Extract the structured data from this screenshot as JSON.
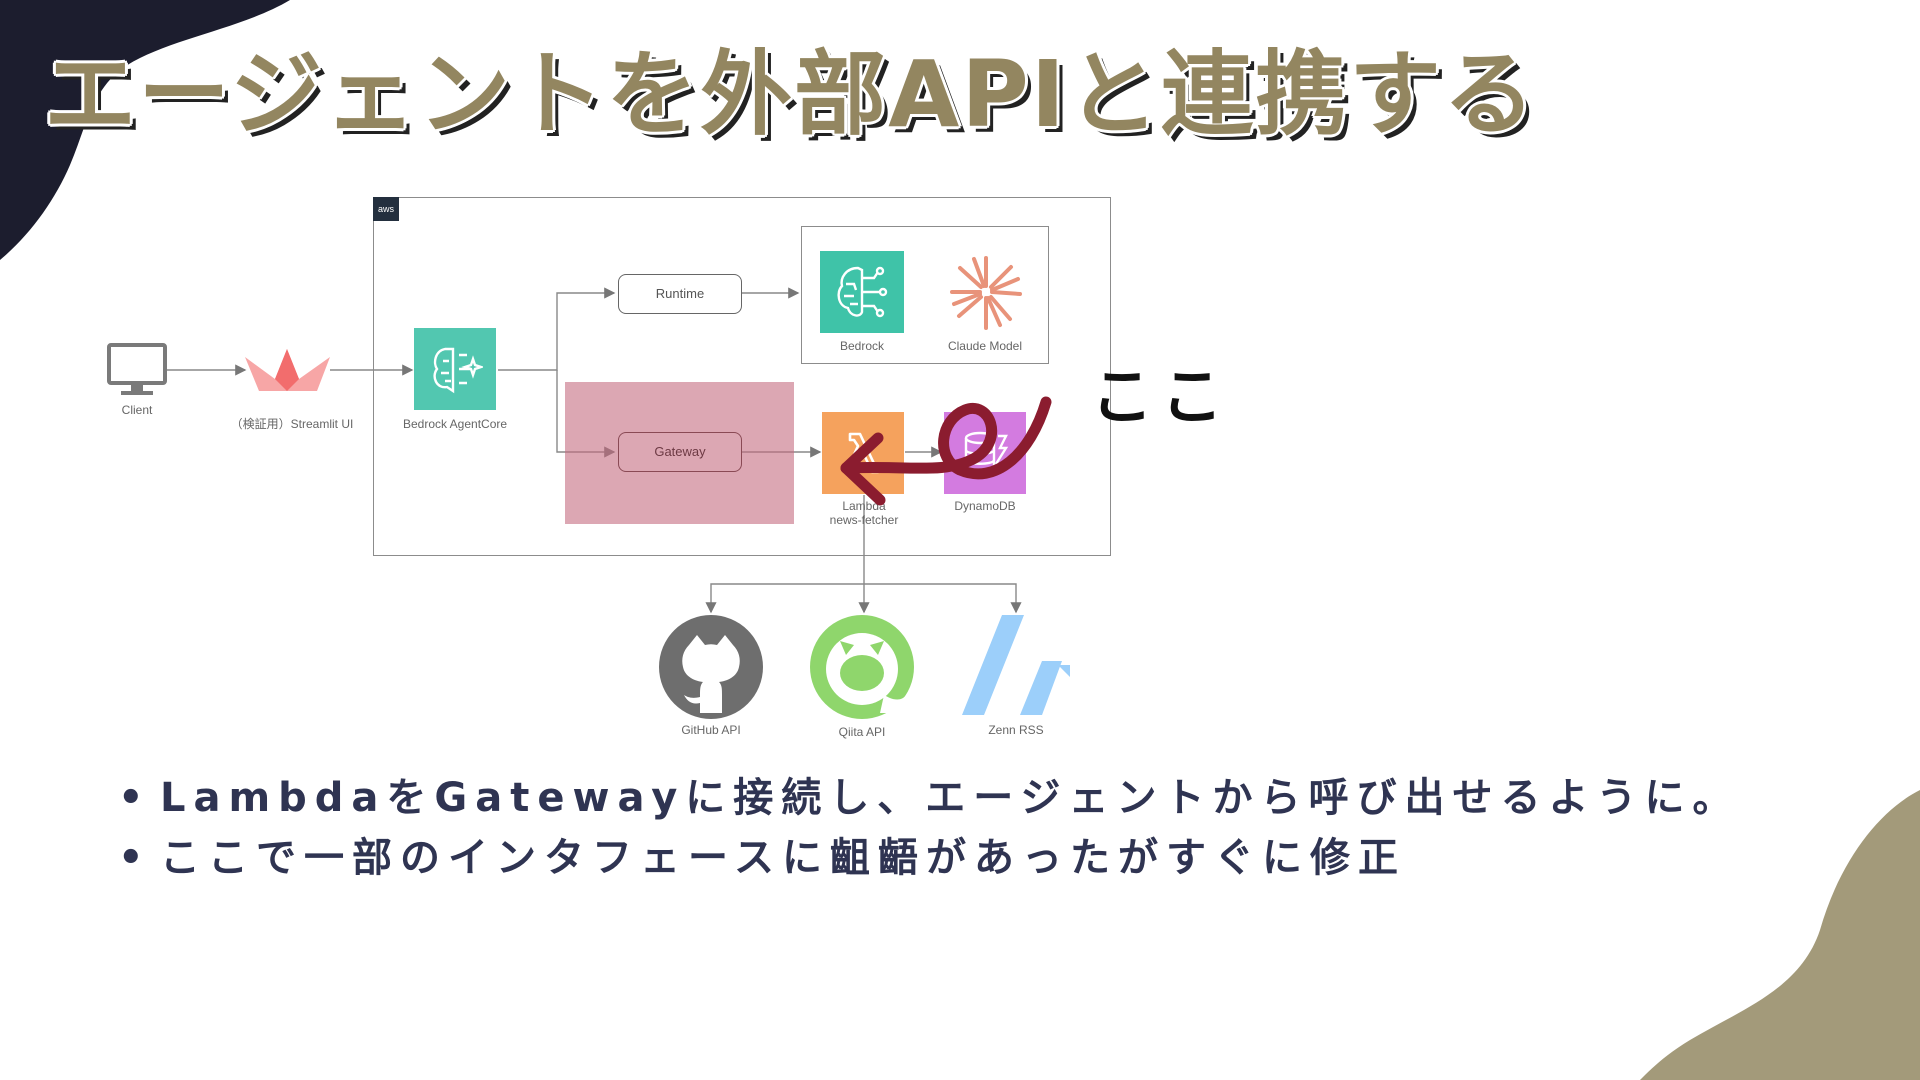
{
  "slide": {
    "title": "エージェントを外部APIと連携する",
    "callout": "ここ",
    "bullets": [
      "LambdaをGatewayに接続し、エージェントから呼び出せるように。",
      "ここで一部のインタフェースに齟齬があったがすぐに修正"
    ]
  },
  "diagram": {
    "aws_badge": "aws",
    "nodes": {
      "client": "Client",
      "streamlit": "（検証用）Streamlit UI",
      "agentcore": "Bedrock AgentCore",
      "runtime": "Runtime",
      "gateway": "Gateway",
      "bedrock": "Bedrock",
      "claude": "Claude Model",
      "lambda_line1": "Lambda",
      "lambda_line2": "news-fetcher",
      "dynamodb": "DynamoDB",
      "github": "GitHub API",
      "qiita": "Qiita API",
      "zenn": "Zenn RSS"
    }
  },
  "colors": {
    "title": "#938660",
    "bullet_text": "#2f3452",
    "corner_dark": "#1c1d2e",
    "corner_gold": "#a39a7a",
    "gateway_highlight": "#c46c80",
    "arrow": "#8b1c2f"
  },
  "icons": [
    "monitor-icon",
    "streamlit-crown-icon",
    "agentcore-icon",
    "bedrock-brain-icon",
    "claude-sunburst-icon",
    "lambda-icon",
    "dynamodb-icon",
    "github-icon",
    "qiita-icon",
    "zenn-icon",
    "aws-logo-icon"
  ]
}
